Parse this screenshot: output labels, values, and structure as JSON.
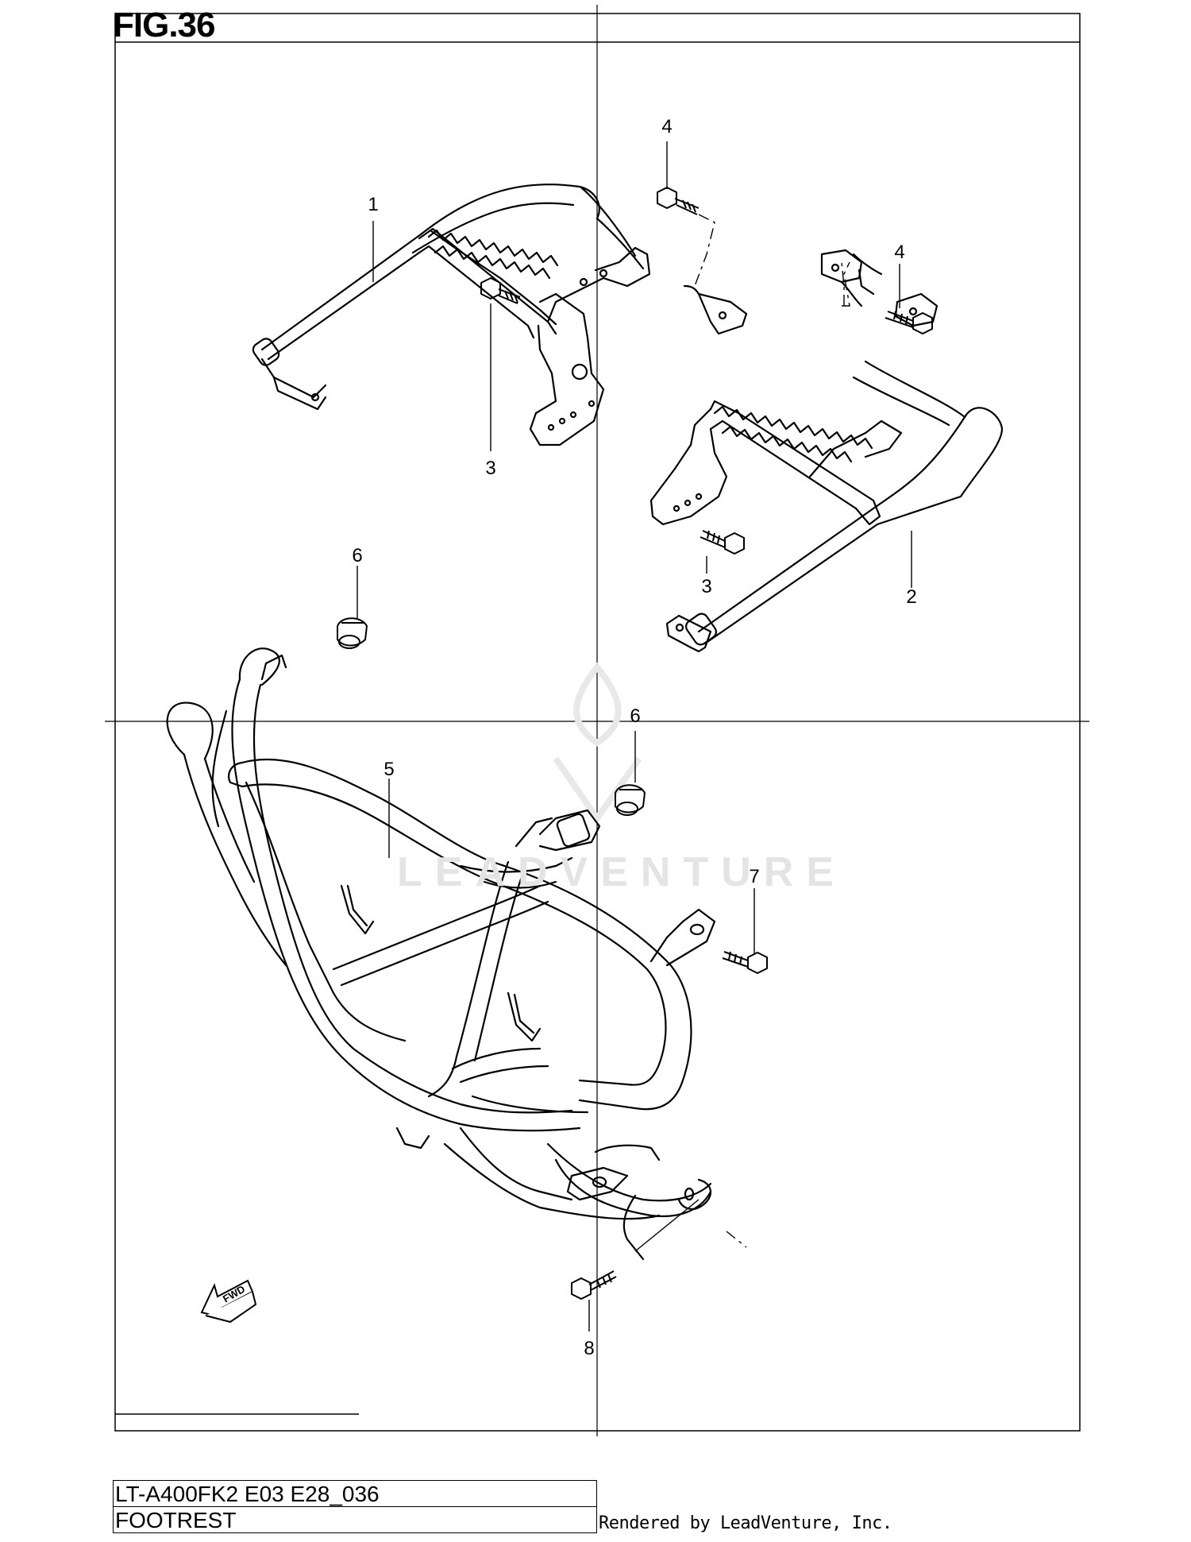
{
  "figure": {
    "title": "FIG.36"
  },
  "watermark": "LEADVENTURE",
  "callouts": [
    {
      "id": "c1",
      "label": "1"
    },
    {
      "id": "c2",
      "label": "2"
    },
    {
      "id": "c3a",
      "label": "3"
    },
    {
      "id": "c3b",
      "label": "3"
    },
    {
      "id": "c4a",
      "label": "4"
    },
    {
      "id": "c4b",
      "label": "4"
    },
    {
      "id": "c5",
      "label": "5"
    },
    {
      "id": "c6a",
      "label": "6"
    },
    {
      "id": "c6b",
      "label": "6"
    },
    {
      "id": "c7",
      "label": "7"
    },
    {
      "id": "c8",
      "label": "8"
    }
  ],
  "fwd_label": "FWD",
  "footer": {
    "model_code": "LT-A400FK2 E03 E28_036",
    "section_name": "FOOTREST",
    "rendered_by": "Rendered by LeadVenture, Inc."
  }
}
